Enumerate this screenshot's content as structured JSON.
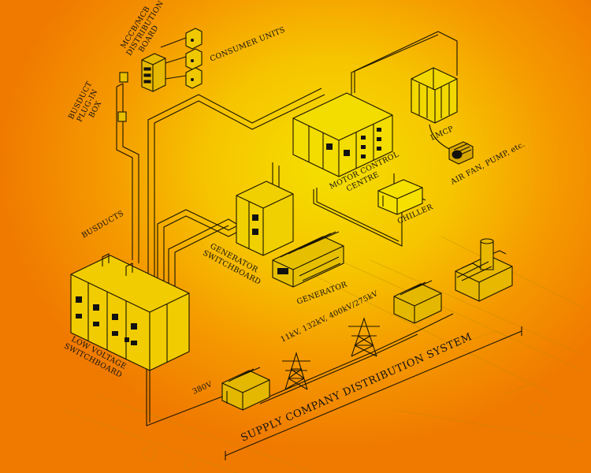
{
  "labels": {
    "mcb_board": [
      "MCCB/MCB",
      "DISTRIBUTION",
      "BOARD"
    ],
    "consumer_units": "CONSUMER UNITS",
    "busduct_box": [
      "BUSDUCT",
      "PLUG-IN",
      "BOX"
    ],
    "lmcp": "LMCP",
    "air_fan": "AIR FAN, PUMP, etc.",
    "mcc": [
      "MOTOR CONTROL",
      "CENTRE"
    ],
    "chiller": "CHILLER",
    "busducts": "BUSDUCTS",
    "gen_switchboard": [
      "GENERATOR",
      "SWITCHBOARD"
    ],
    "generator": "GENERATOR",
    "voltages": "11kV, 132kV, 400kV/275kV",
    "lv_switchboard": [
      "LOW VOLTAGE",
      "SWITCHBOARD"
    ],
    "v380": "380V",
    "supply_system": "SUPPLY COMPANY DISTRIBUTION SYSTEM"
  },
  "colors": {
    "ink": "#1a1400",
    "bg_center": "#f4e000",
    "bg_edge": "#f07a00"
  }
}
